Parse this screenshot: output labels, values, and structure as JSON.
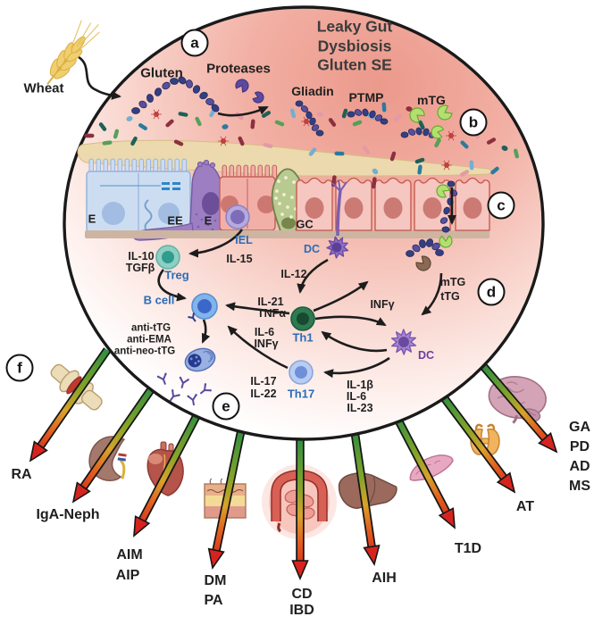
{
  "figure": {
    "title_lines": [
      "Leaky Gut",
      "Dysbiosis",
      "Gluten SE"
    ],
    "stage_markers": [
      "a",
      "b",
      "c",
      "d",
      "e",
      "f"
    ]
  },
  "lumen": {
    "wheat_label": "Wheat",
    "gluten_label": "Gluten",
    "proteases_label": "Proteases",
    "gliadin_label": "Gliadin",
    "ptmp_label": "PTMP",
    "mtg_label": "mTG"
  },
  "epithelium": {
    "enterocyte1_label": "E",
    "enteroendocrine_label": "EE",
    "enterocyte2_label": "E",
    "goblet_label": "GC",
    "iel_label": "IEL",
    "dc_label": "DC"
  },
  "lamina_propria": {
    "treg_label": "Treg",
    "bcell_label": "B cell",
    "th1_label": "Th1",
    "th17_label": "Th17",
    "dc_label": "DC",
    "cytokines": {
      "il10": "IL-10",
      "tgfb": "TGFβ",
      "il15": "IL-15",
      "il12": "IL-12",
      "il21": "IL-21",
      "tnfa": "TNFα",
      "infg_right": "INFγ",
      "il6": "IL-6",
      "infg_left": "INFγ",
      "il17": "IL-17",
      "il22": "IL-22",
      "il1b": "IL-1β",
      "il6_b": "IL-6",
      "il23": "IL-23",
      "mtg": "mTG",
      "ttg": "tTG"
    },
    "autoantibodies": [
      "anti-tTG",
      "anti-EMA",
      "anti-neo-tTG"
    ]
  },
  "diseases": {
    "ra": "RA",
    "iga_neph": "IgA-Neph",
    "aim": "AIM",
    "aip": "AIP",
    "dm": "DM",
    "pa": "PA",
    "cd": "CD",
    "ibd": "IBD",
    "aih": "AIH",
    "t1d": "T1D",
    "at": "AT",
    "ga": "GA",
    "pd": "PD",
    "ad": "AD",
    "ms": "MS"
  },
  "organs": [
    {
      "icon": "joint",
      "linked_diseases": "RA"
    },
    {
      "icon": "kidney",
      "linked_diseases": "IgA-Neph"
    },
    {
      "icon": "heart",
      "linked_diseases": "AIM, AIP"
    },
    {
      "icon": "skin",
      "linked_diseases": "DM, PA"
    },
    {
      "icon": "intestine",
      "linked_diseases": "CD, IBD"
    },
    {
      "icon": "liver",
      "linked_diseases": "AIH"
    },
    {
      "icon": "pancreas",
      "linked_diseases": "T1D"
    },
    {
      "icon": "thyroid",
      "linked_diseases": "AT"
    },
    {
      "icon": "brain",
      "linked_diseases": "GA, PD, AD, MS"
    }
  ],
  "colors": {
    "circle_fill_center": "#ec9b8d",
    "circle_outline": "#1a1a1a",
    "ray_green": "#2f8f3f",
    "ray_red": "#d7231e",
    "cell_label_blue": "#2b6cb8",
    "dc_label_purple": "#6b3fa0"
  }
}
